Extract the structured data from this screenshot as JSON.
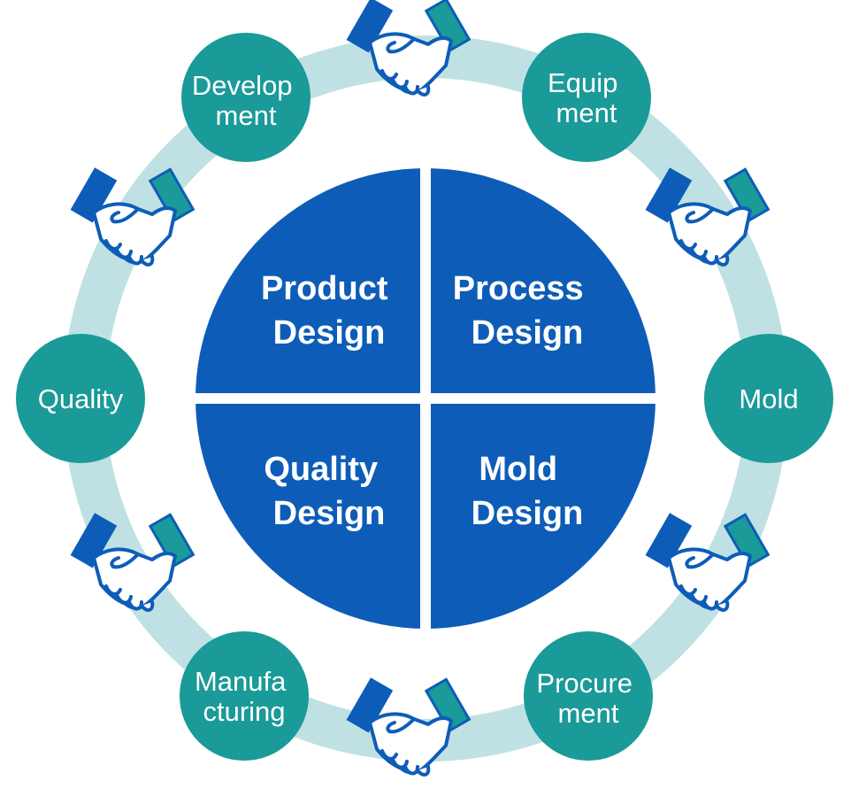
{
  "colors": {
    "ring": "#bfe1e3",
    "department_fill": "#1a9a98",
    "center_fill": "#0d5db8",
    "divider": "#ffffff",
    "hand_blue": "#0d5db8",
    "hand_teal": "#1a9a98",
    "hand_outline": "#0d5db8"
  },
  "quadrants": [
    {
      "id": "product-design",
      "lines": [
        "Product",
        "Design"
      ]
    },
    {
      "id": "process-design",
      "lines": [
        "Process",
        "Design"
      ]
    },
    {
      "id": "quality-design",
      "lines": [
        "Quality",
        "Design"
      ]
    },
    {
      "id": "mold-design",
      "lines": [
        "Mold",
        "Design"
      ]
    }
  ],
  "departments": [
    {
      "id": "development",
      "lines": [
        "Develop",
        "ment"
      ]
    },
    {
      "id": "equipment",
      "lines": [
        "Equip",
        "ment"
      ]
    },
    {
      "id": "mold",
      "lines": [
        "Mold"
      ]
    },
    {
      "id": "procurement",
      "lines": [
        "Procure",
        "ment"
      ]
    },
    {
      "id": "manufacturing",
      "lines": [
        "Manufa",
        "cturing"
      ]
    },
    {
      "id": "quality",
      "lines": [
        "Quality"
      ]
    }
  ],
  "handshake_icons": [
    "handshake-icon",
    "handshake-icon",
    "handshake-icon",
    "handshake-icon",
    "handshake-icon",
    "handshake-icon"
  ]
}
